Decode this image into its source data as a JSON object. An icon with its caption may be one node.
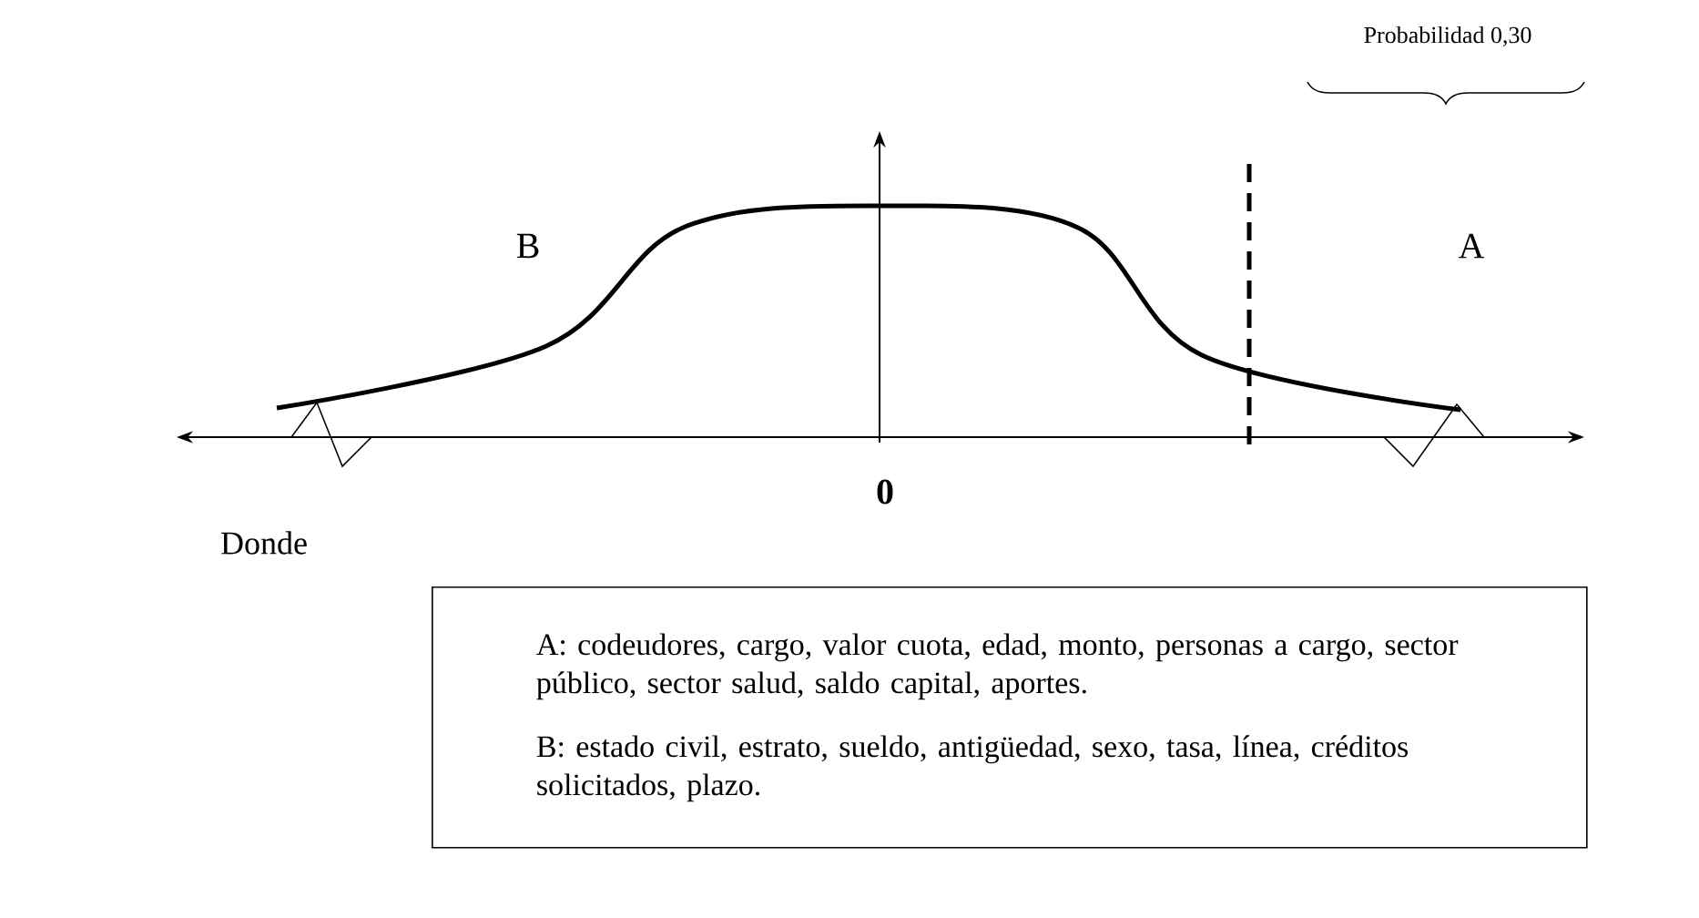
{
  "diagram": {
    "nodes": [
      {
        "text": [
          "A: codeudores, cargo, valor cuota, edad, monto, personas a cargo, sector público, sector salud, saldo capital, aportes.",
          "B: estado civil, estrato, sueldo, antigüedad, sexo, tasa, línea, créditos solicitados, plazo."
        ]
      }
    ],
    "labels": [
      "Probabilidad 0,30",
      "B",
      "A",
      "0",
      "Donde"
    ]
  }
}
